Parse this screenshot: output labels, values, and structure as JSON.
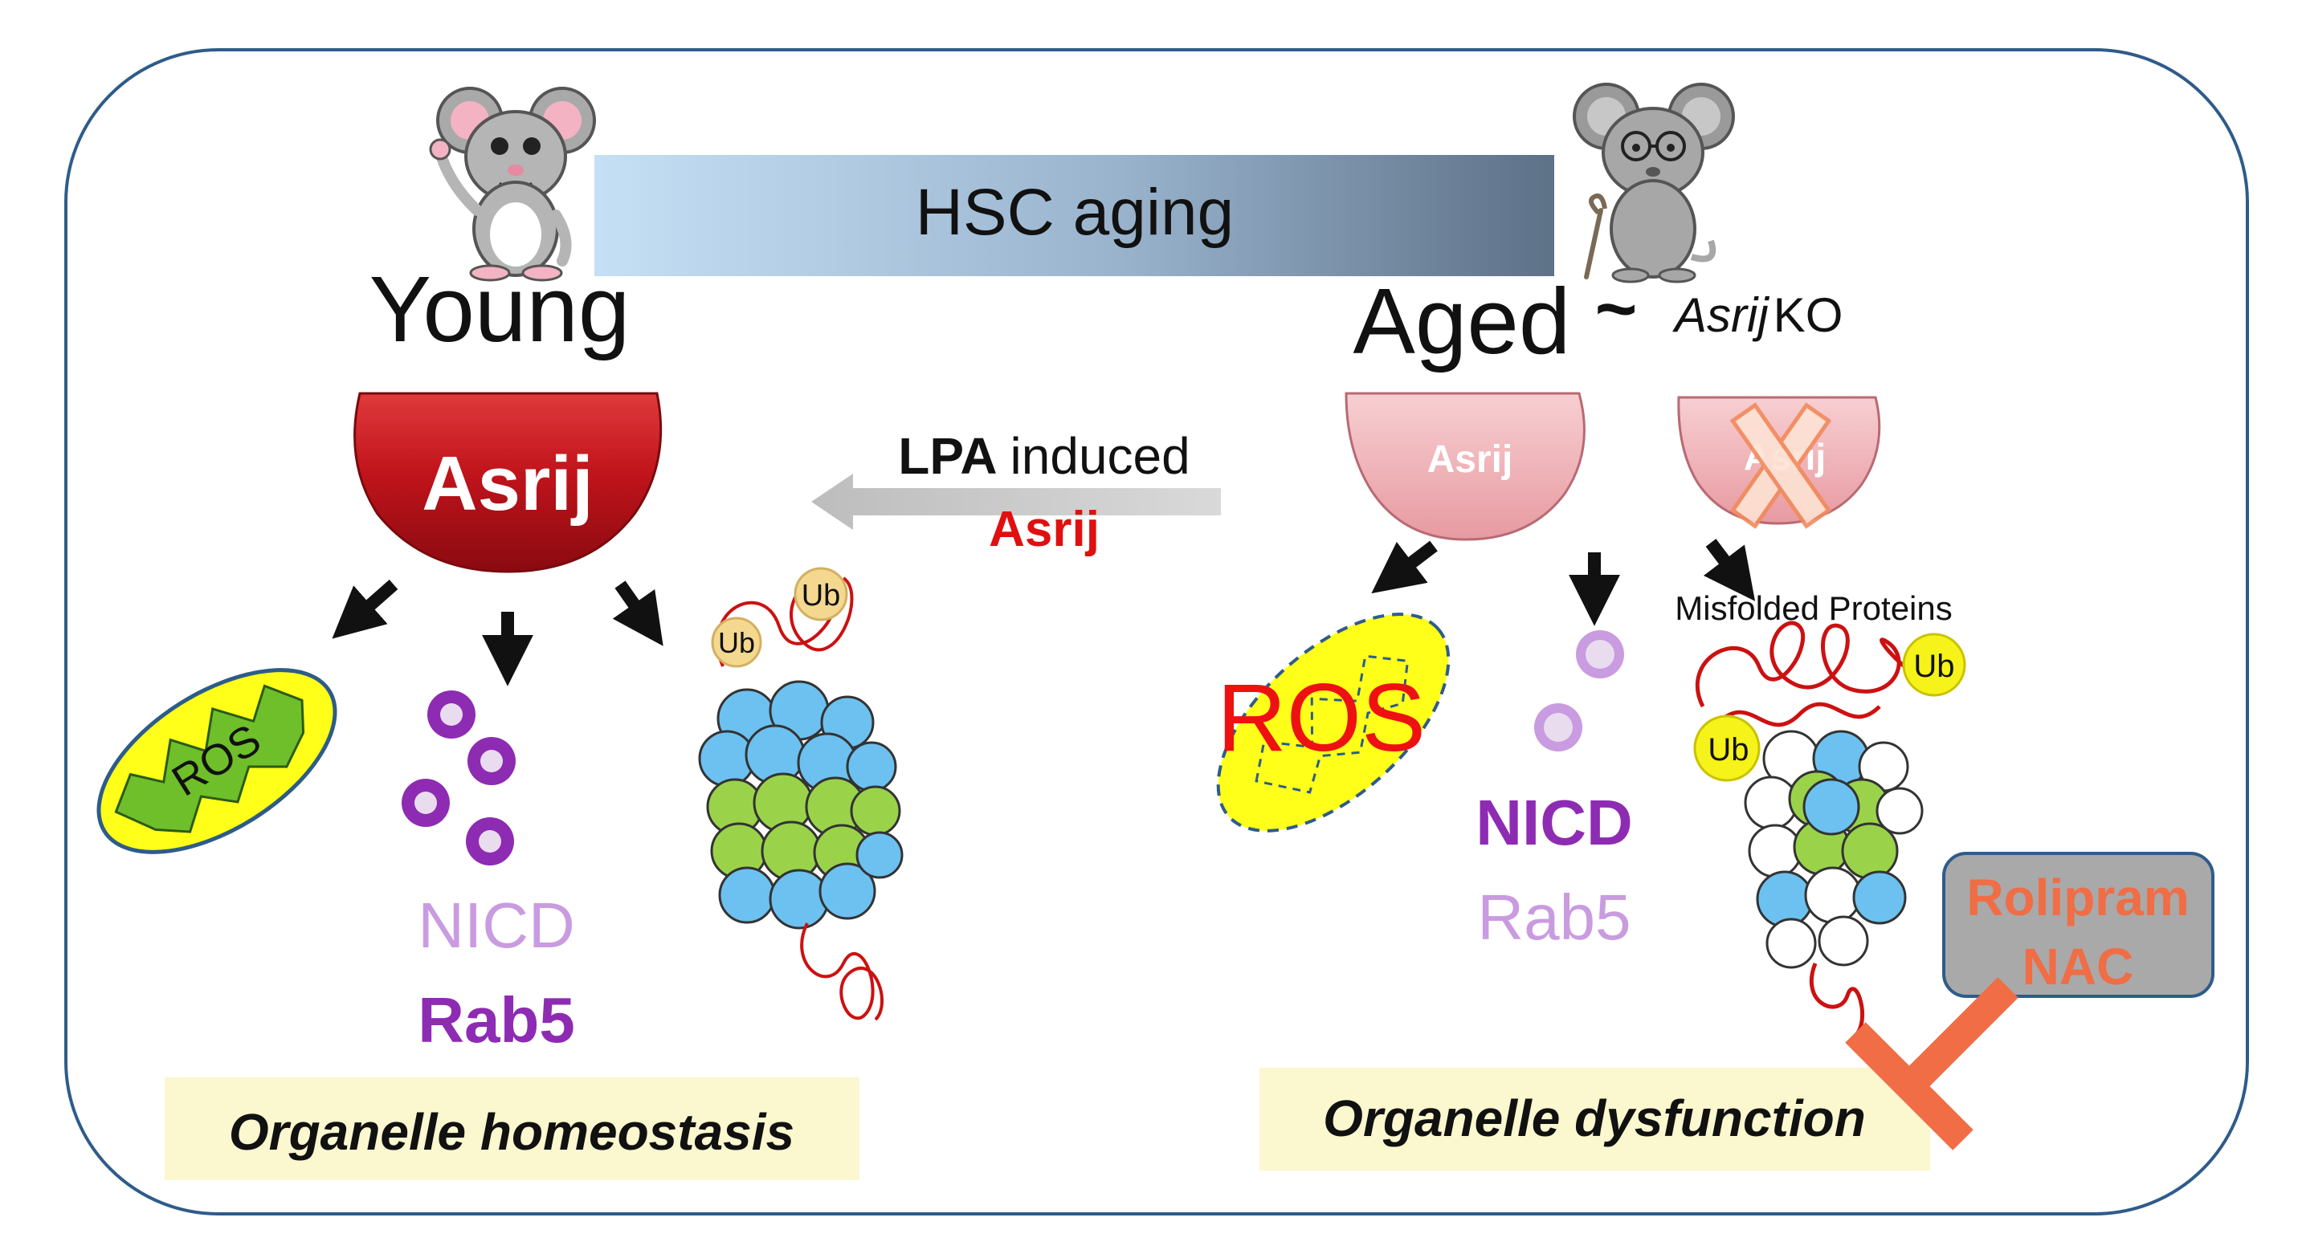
{
  "banner": {
    "label": "HSC aging"
  },
  "young": {
    "title": "Young",
    "protein_label": "Asrij",
    "organelle_labels": {
      "ros": "ROS",
      "nicd": "NICD",
      "rab5": "Rab5"
    },
    "ubiquitin_labels": [
      "Ub",
      "Ub"
    ],
    "outcome": "Organelle homeostasis"
  },
  "aged": {
    "title": "Aged",
    "tilde": "~",
    "ko_gene": "Asrij",
    "ko_suffix": "KO",
    "protein_label": "Asrij",
    "knockout_protein_label": "Asrij",
    "misfolded_label": "Misfolded Proteins",
    "organelle_labels": {
      "ros": "ROS",
      "nicd": "NICD",
      "rab5": "Rab5"
    },
    "ubiquitin_labels": [
      "Ub",
      "Ub"
    ],
    "outcome": "Organelle dysfunction"
  },
  "rescue": {
    "line1_bold": "LPA",
    "line1_rest": "induced",
    "line2": "Asrij"
  },
  "treatment": {
    "line1": "Rolipram",
    "line2": "NAC"
  },
  "colors": {
    "border": "#2e5c8a",
    "young_asrij": "#c0141b",
    "aged_asrij": "#f2b4b8",
    "ros_fill": "#ffff1a",
    "mito_green": "#6fbf2a",
    "vesicle_dark": "#8e2bb3",
    "vesicle_light": "#c99be0",
    "proteasome_blue": "#6cc1f0",
    "proteasome_green": "#9ad34a",
    "protein_red": "#cc1111",
    "ub_fill": "#f5d890",
    "ub_fill_aged": "#f6f31a",
    "outcome_bg": "#fbf7cf",
    "inhibit": "#f06d45",
    "arrow_grey": "#c8c8c8"
  }
}
